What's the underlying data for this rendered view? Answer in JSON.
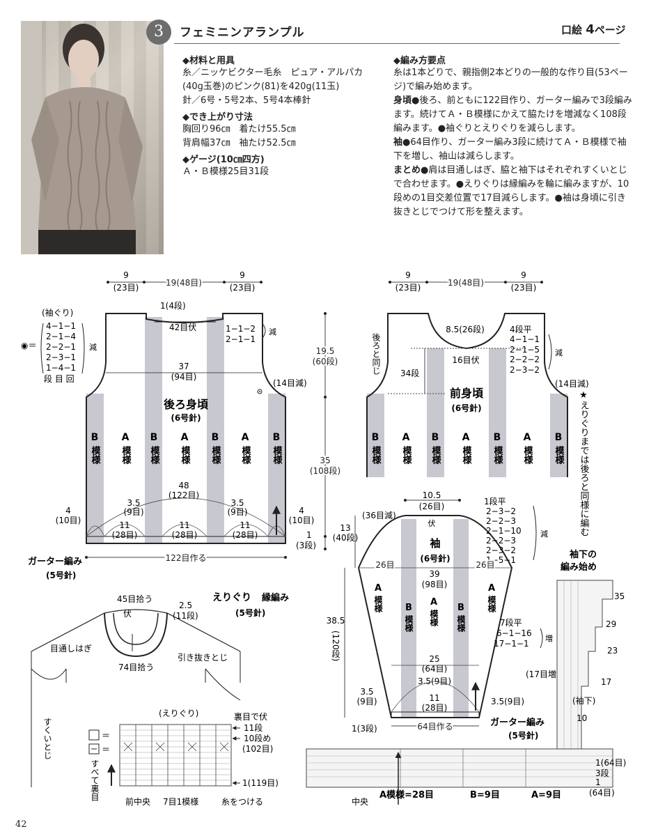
{
  "header": {
    "number": "3",
    "title": "フェミニンアランプル",
    "page_ref_prefix": "口絵",
    "page_ref_num": "4",
    "page_ref_suffix": "ページ"
  },
  "materials": {
    "heading": "◆材料と用具",
    "lines": [
      "糸／ニッケビクター毛糸　ピュア・アルパカ",
      "(40g玉巻)のピンク(81)を420g(11玉)",
      "針／6号・5号2本、5号4本棒針"
    ]
  },
  "size": {
    "heading": "◆でき上がり寸法",
    "lines": [
      "胸回り96㎝　着たけ55.5㎝",
      "背肩幅37㎝　袖たけ52.5㎝"
    ]
  },
  "gauge": {
    "heading": "◆ゲージ(10㎝四方)",
    "lines": [
      "Ａ・Ｂ模様25目31段"
    ]
  },
  "instructions": {
    "heading": "◆編み方要点",
    "intro": "糸は1本どりで、親指側2本どりの一般的な作り目(53ページ)で編み始めます。",
    "body_label": "身頃",
    "body": "●後ろ、前ともに122目作り、ガーター編みで3段編みます。続けてＡ・Ｂ模様にかえて脇たけを増減なく108段編みます。●袖ぐりとえりぐりを減らします。",
    "sleeve_label": "袖",
    "sleeve": "●64目作り、ガーター編み3段に続けてＡ・Ｂ模様で袖下を増し、袖山は減らします。",
    "finish_label": "まとめ",
    "finish": "●肩は目通しはぎ、脇と袖下はそれぞれすくいとじで合わせます。●えりぐりは縁編みを輪に編みますが、10段めの1目交差位置で17目減らします。●袖は身頃に引き抜きとじでつけて形を整えます。"
  },
  "back": {
    "top_dims": [
      "9",
      "(23目)",
      "19(48目)",
      "9",
      "(23目)"
    ],
    "armhole_head": "(袖ぐり)",
    "armhole_rows": [
      "4−1−1",
      "2−1−4",
      "2−2−1",
      "2−3−1",
      "1−4−1"
    ],
    "armhole_foot": "段 目 回",
    "armhole_symbol": "◉＝",
    "reduce": "減",
    "neck_top": "1(4段)",
    "neck_bind": "42目伏",
    "neck_dec": [
      "1−1−2",
      "2−1−1"
    ],
    "width_37": "37",
    "width_94": "(94目)",
    "dec14": "(14目減)",
    "title": "後ろ身頃",
    "needle": "(6号針)",
    "width_48": "48",
    "width_122": "(122目)",
    "h_195": "19.5",
    "h_60": "(60段)",
    "h_35": "35",
    "h_108": "(108段)",
    "h_1": "1",
    "h_3": "(3段)",
    "side_4": "4",
    "side_10": "(10目)",
    "col_35": "3.5",
    "col_9": "(9目)",
    "col_11": "11",
    "col_28": "(28目)",
    "cast_on": "122目作る",
    "garter": "ガーター編み",
    "garter_needle": "(5号針)",
    "patterns": [
      "B",
      "A",
      "B",
      "A",
      "B",
      "A",
      "B"
    ],
    "pattern_suffix": "模様"
  },
  "front": {
    "top_dims": [
      "9",
      "(23目)",
      "19(48目)",
      "9",
      "(23目)"
    ],
    "same_as_back": "後ろと同じ",
    "neck_85": "8.5(26段)",
    "bind16": "16目伏",
    "row34": "34段",
    "neck_dec_head": "4段平",
    "neck_dec": [
      "4−1−1",
      "2−1−5",
      "2−2−2",
      "2−3−2"
    ],
    "reduce": "減",
    "dec14": "(14目減)",
    "title": "前身頃",
    "needle": "(6号針)",
    "note": "★えりぐりまでは後ろと同様に編む",
    "patterns": [
      "B",
      "A",
      "B",
      "A",
      "B",
      "A",
      "B"
    ]
  },
  "sleeve": {
    "top_105": "10.5",
    "top_26": "(26目)",
    "bind": "伏",
    "dec36": "(36目減)",
    "h13": "13",
    "h40": "(40段)",
    "cap_rows": [
      "1段平",
      "2−3−2",
      "2−2−3",
      "2−1−10",
      "2−2−3",
      "2−3−2",
      "1−5−1"
    ],
    "reduce": "減",
    "title": "袖",
    "needle": "(6号針)",
    "left26": "26目",
    "right26": "26目",
    "w39": "39",
    "w98": "(98目)",
    "h385": "38.5",
    "h120": "(120段)",
    "inc_rows": [
      "7段平",
      "6−1−16",
      "17−1−1"
    ],
    "increase": "増",
    "w25": "25",
    "w64": "(64目)",
    "inc17": "(17目増)",
    "side35a": "3.5",
    "side9a": "(9目)",
    "mid35": "3.5(9目)",
    "right35": "3.5(9目)",
    "w11": "11",
    "w28": "(28目)",
    "h1": "1(3段)",
    "cast_on": "64目作る",
    "garter": "ガーター編み",
    "garter_needle": "(5号針)",
    "patterns": [
      "A",
      "B",
      "A",
      "B",
      "A"
    ]
  },
  "collar": {
    "title": "えりぐり",
    "title2": "縁編み",
    "needle": "(5号針)",
    "pick45": "45目拾う",
    "bind": "伏",
    "w25": "2.5",
    "r11": "(11段)",
    "pick74": "74目拾う",
    "shoulder_join": "目通しはぎ",
    "slip_join": "引き抜きとじ",
    "side_join": "すくいとじ"
  },
  "collar_chart": {
    "label": "(えりぐり)",
    "bind_off": "裏目で伏",
    "r11": "11段",
    "r10": "10段め",
    "r102": "(102目)",
    "r1": "1(119目)",
    "legend_eq": "＝",
    "legend_all": "すべて裏目",
    "center": "前中央",
    "repeat": "7目1模様",
    "attach": "糸をつける"
  },
  "sleeve_chart": {
    "title1": "袖下の",
    "title2": "編み始め",
    "rows": [
      "35",
      "29",
      "23",
      "17",
      "10"
    ],
    "underarm": "(袖下)",
    "r1": "1(64目)",
    "r3": "3段",
    "r1b": "1",
    "r64": "(64目)",
    "center": "中央",
    "a_pat": "A模様=28目",
    "b_pat": "B=9目",
    "a_pat2": "A=9目"
  },
  "page_number": "42"
}
